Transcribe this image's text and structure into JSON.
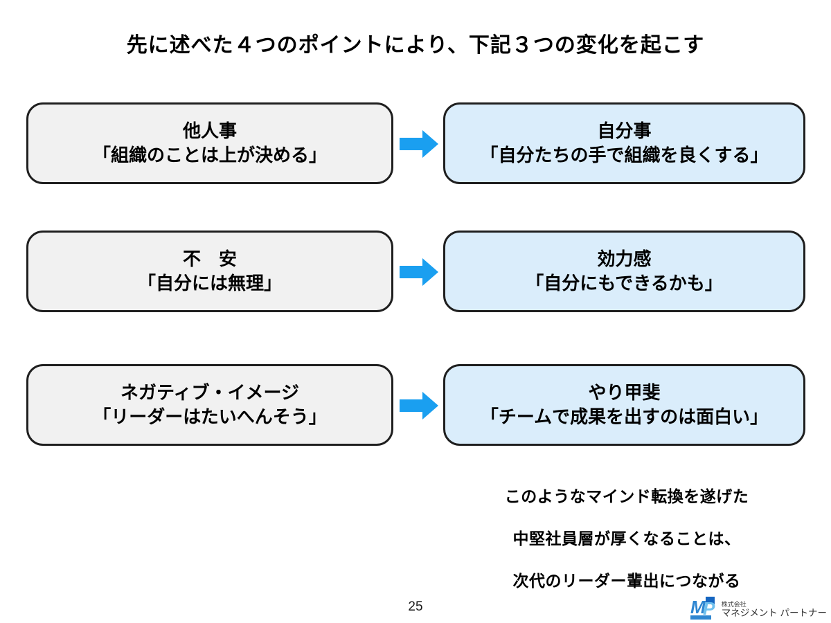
{
  "slide": {
    "title": "先に述べた４つのポイントにより、下記３つの変化を起こす",
    "rows": [
      {
        "before": {
          "heading": "他人事",
          "quote": "「組織のことは上が決める」"
        },
        "after": {
          "heading": "自分事",
          "quote": "「自分たちの手で組織を良くする」"
        }
      },
      {
        "before": {
          "heading": "不　安",
          "quote": "「自分には無理」"
        },
        "after": {
          "heading": "効力感",
          "quote": "「自分にもできるかも」"
        }
      },
      {
        "before": {
          "heading": "ネガティブ・イメージ",
          "quote": "「リーダーはたいへんそう」"
        },
        "after": {
          "heading": "やり甲斐",
          "quote": "「チームで成果を出すのは面白い」"
        }
      }
    ],
    "conclusion": [
      "このようなマインド転換を遂げた",
      "中堅社員層が厚くなることは、",
      "次代のリーダー輩出につながる"
    ],
    "page_number": "25",
    "footer_logo": {
      "mark": "MP",
      "company_prefix": "株式会社",
      "company_name": "マネジメント パートナー"
    }
  },
  "colors": {
    "arrow": "#1a9ff0",
    "box_before_bg": "#f1f1f1",
    "box_after_bg": "#daedfb",
    "box_border": "#1f1f1f",
    "logo_blue_dark": "#1565c0",
    "logo_blue_mid": "#2e86d1",
    "logo_blue_light": "#6fc0ee"
  }
}
